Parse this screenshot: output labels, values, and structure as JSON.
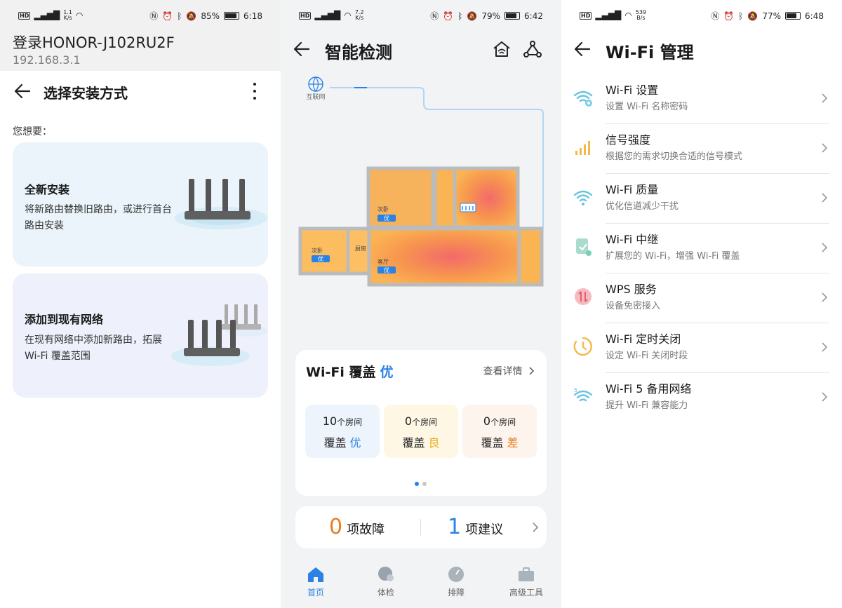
{
  "colors": {
    "accent": "#2a82e4",
    "good": "#e8b020",
    "poor": "#e87d20"
  },
  "panel1": {
    "status": {
      "left": "HD",
      "speed": "1.1\nK/s",
      "battery": "85%",
      "time": "6:18"
    },
    "site_title": "登录HONOR-J102RU2F",
    "site_ip": "192.168.3.1",
    "nav_title": "选择安装方式",
    "prompt": "您想要：",
    "cards": [
      {
        "title": "全新安装",
        "desc": "将新路由替换旧路由，或进行首台路由安装"
      },
      {
        "title": "添加到现有网络",
        "desc": "在现有网络中添加新路由，拓展 Wi-Fi 覆盖范围"
      }
    ]
  },
  "panel2": {
    "status": {
      "speed": "7.2\nK/s",
      "battery": "79%",
      "time": "6:42"
    },
    "title": "智能检测",
    "map": {
      "internet_label": "互联网",
      "rooms": [
        "次卧",
        "次卧",
        "厨房",
        "客厅"
      ],
      "badge": "优"
    },
    "coverage": {
      "title": "Wi-Fi 覆盖",
      "quality": "优",
      "detail": "查看详情",
      "tiles": [
        {
          "count": "10",
          "unit": "个房间",
          "label": "覆盖",
          "q": "优"
        },
        {
          "count": "0",
          "unit": "个房间",
          "label": "覆盖",
          "q": "良"
        },
        {
          "count": "0",
          "unit": "个房间",
          "label": "覆盖",
          "q": "差"
        }
      ]
    },
    "faults": {
      "count": "0",
      "label": "项故障"
    },
    "suggestions": {
      "count": "1",
      "label": "项建议"
    },
    "tabs": [
      "首页",
      "体检",
      "排障",
      "高级工具"
    ]
  },
  "panel3": {
    "status": {
      "speed": "539\nB/s",
      "battery": "77%",
      "time": "6:48"
    },
    "title": "Wi-Fi 管理",
    "items": [
      {
        "title": "Wi-Fi 设置",
        "sub": "设置 Wi-Fi 名称密码",
        "icon": "wifi-settings-icon"
      },
      {
        "title": "信号强度",
        "sub": "根据您的需求切换合适的信号模式",
        "icon": "signal-strength-icon"
      },
      {
        "title": "Wi-Fi 质量",
        "sub": "优化信道减少干扰",
        "icon": "wifi-quality-icon"
      },
      {
        "title": "Wi-Fi 中继",
        "sub": "扩展您的 Wi-Fi，增强 Wi-Fi 覆盖",
        "icon": "wifi-relay-icon"
      },
      {
        "title": "WPS 服务",
        "sub": "设备免密接入",
        "icon": "wps-icon"
      },
      {
        "title": "Wi-Fi 定时关闭",
        "sub": "设定 Wi-Fi 关闭时段",
        "icon": "timer-icon"
      },
      {
        "title": "Wi-Fi 5 备用网络",
        "sub": "提升 Wi-Fi 兼容能力",
        "icon": "wifi5-icon"
      }
    ]
  }
}
